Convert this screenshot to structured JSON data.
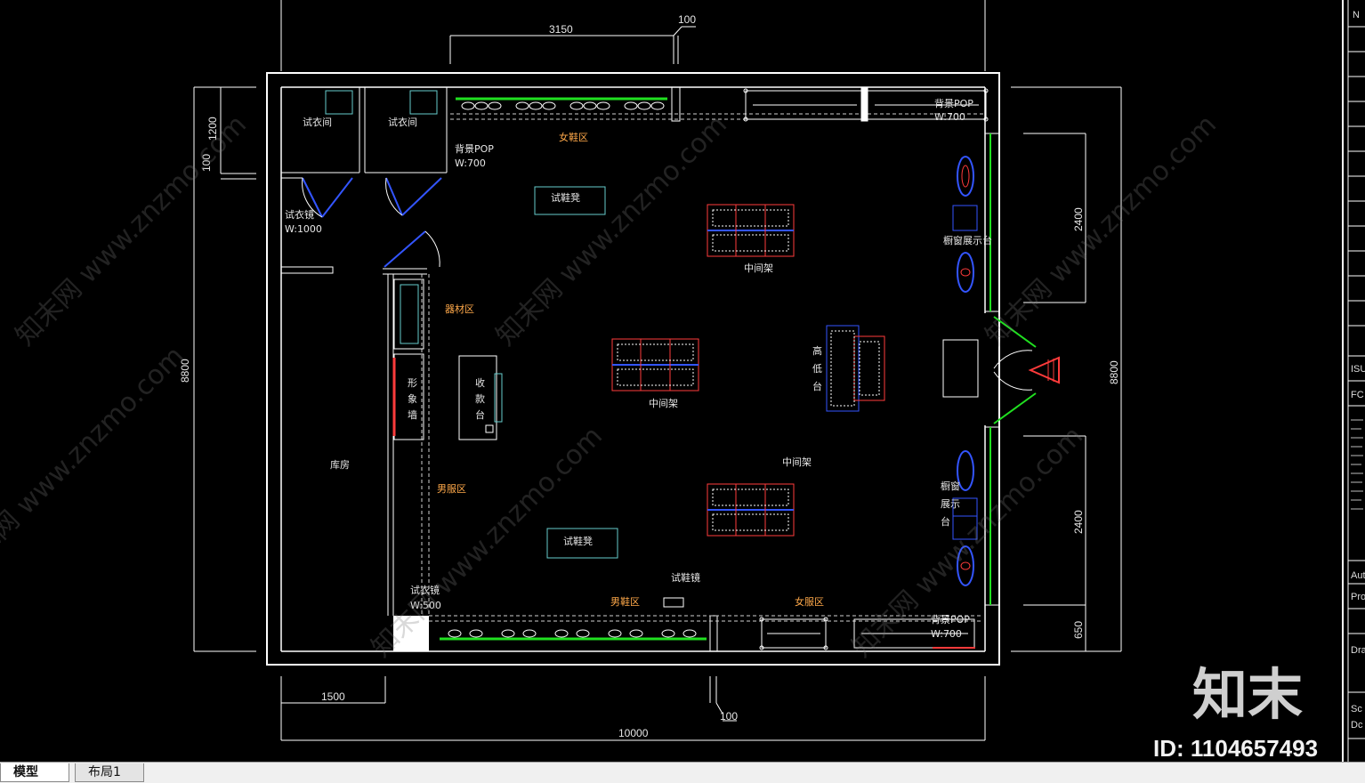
{
  "tabs": [
    {
      "label": "模型",
      "active": true
    },
    {
      "label": "布局1",
      "active": false
    }
  ],
  "dimensions": {
    "top_left": "3150",
    "top_right": "100",
    "left_1200": "1200",
    "left_100": "100",
    "left_total": "8800",
    "right_total": "8800",
    "right_upper": "2400",
    "right_lower": "2400",
    "right_bottom": "650",
    "bottom_1500": "1500",
    "bottom_100": "100",
    "bottom_total": "10000"
  },
  "labels": {
    "fitting_room_1": "试衣间",
    "fitting_room_2": "试衣间",
    "pop_top_left": "背景POP",
    "pop_top_left_w": "W:700",
    "womens_shoes": "女鞋区",
    "pop_top_right": "背景POP",
    "pop_top_right_w": "W:700",
    "fitting_mirror": "试衣镜",
    "fitting_mirror_w": "W:1000",
    "shoe_bench": "试鞋凳",
    "middle_rack_1": "中间架",
    "window_display_1": "橱窗展示台",
    "equipment_zone": "器材区",
    "middle_rack_2": "中间架",
    "cashier_c1": "收",
    "cashier_c2": "款",
    "cashier_c3": "台",
    "image_wall_c1": "形",
    "image_wall_c2": "象",
    "image_wall_c3": "墙",
    "high_low_c1": "高",
    "high_low_c2": "低",
    "high_low_c3": "台",
    "storage": "库房",
    "mens_zone": "男服区",
    "middle_rack_3": "中间架",
    "window_display_2a": "橱窗",
    "window_display_2b": "展示",
    "window_display_2c": "台",
    "shoe_bench_2": "试鞋凳",
    "shoe_mirror": "试鞋镜",
    "fitting_mirror_2": "试衣镜",
    "fitting_mirror_2_w": "W:500",
    "mens_shoes": "男鞋区",
    "womens_zone": "女服区",
    "pop_bottom": "背景POP",
    "pop_bottom_w": "W:700"
  },
  "watermark": "知末网 www.znzmo.com",
  "brand": "知末",
  "image_id": "ID: 1104657493",
  "side_panel": [
    "N",
    "ISU",
    "FC",
    "Aut",
    "Pro",
    "Dra",
    "Sc",
    "Dc"
  ],
  "colors": {
    "wall": "#ffffff",
    "fixture_red": "#ff3b3b",
    "accent_blue": "#3355ff",
    "green": "#20e020",
    "zone_label": "#ffa94a",
    "cyan": "#66cccc"
  }
}
